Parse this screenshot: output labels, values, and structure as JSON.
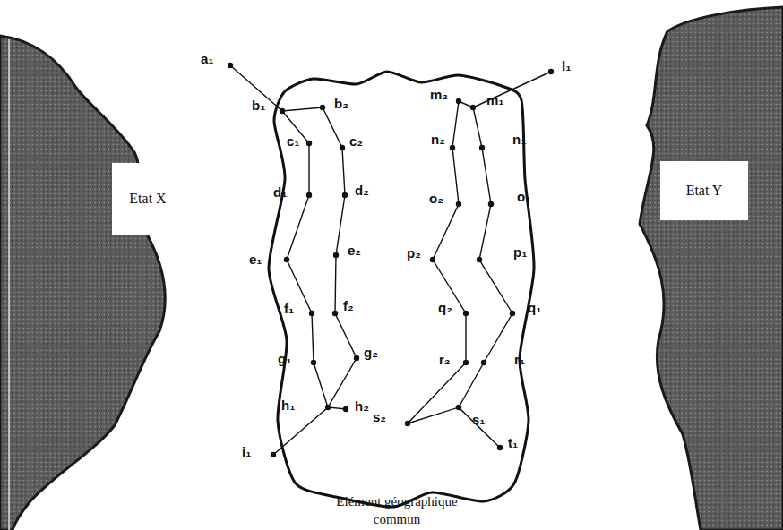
{
  "diagram": {
    "caption": "Elément géographique commun",
    "nodes": [
      {
        "text": [
          "Etat X"
        ]
      },
      {
        "text": [
          "Etat Y"
        ]
      }
    ],
    "labels": [
      "a₁",
      "b₁",
      "b₂",
      "c₁",
      "c₂",
      "d₁",
      "d₂",
      "e₁",
      "e₂",
      "f₁",
      "f₂",
      "g₁",
      "g₂",
      "h₁",
      "h₂",
      "i₁",
      "m₂",
      "l₁",
      "m₁",
      "n₂",
      "n₁",
      "o₂",
      "o₁",
      "p₂",
      "p₁",
      "q₂",
      "q₁",
      "r₂",
      "r₁",
      "s₂",
      "s₁",
      "t₁"
    ]
  }
}
